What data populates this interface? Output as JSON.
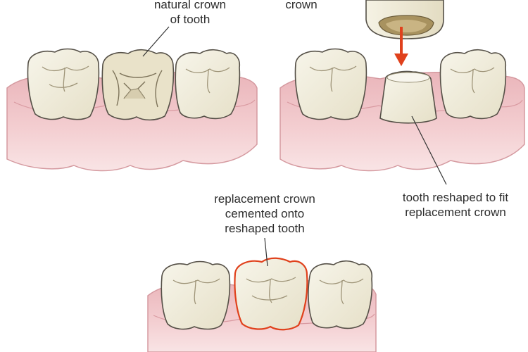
{
  "labels": {
    "natural_crown": [
      "natural crown",
      "of tooth"
    ],
    "crown": [
      "crown"
    ],
    "reshaped_tooth": [
      "tooth reshaped to fit",
      "replacement crown"
    ],
    "replacement_crown": [
      "replacement crown",
      "cemented onto",
      "reshaped tooth"
    ]
  },
  "colors": {
    "gum": "#efc2c6",
    "gum_light": "#f7dadc",
    "gum_edge": "#c98f96",
    "tooth": "#f2efe1",
    "tooth_shadow": "#ddd7bf",
    "outline": "#555047",
    "crown_outline": "#e0411c",
    "arrow": "#e0411c",
    "leader": "#333333"
  }
}
